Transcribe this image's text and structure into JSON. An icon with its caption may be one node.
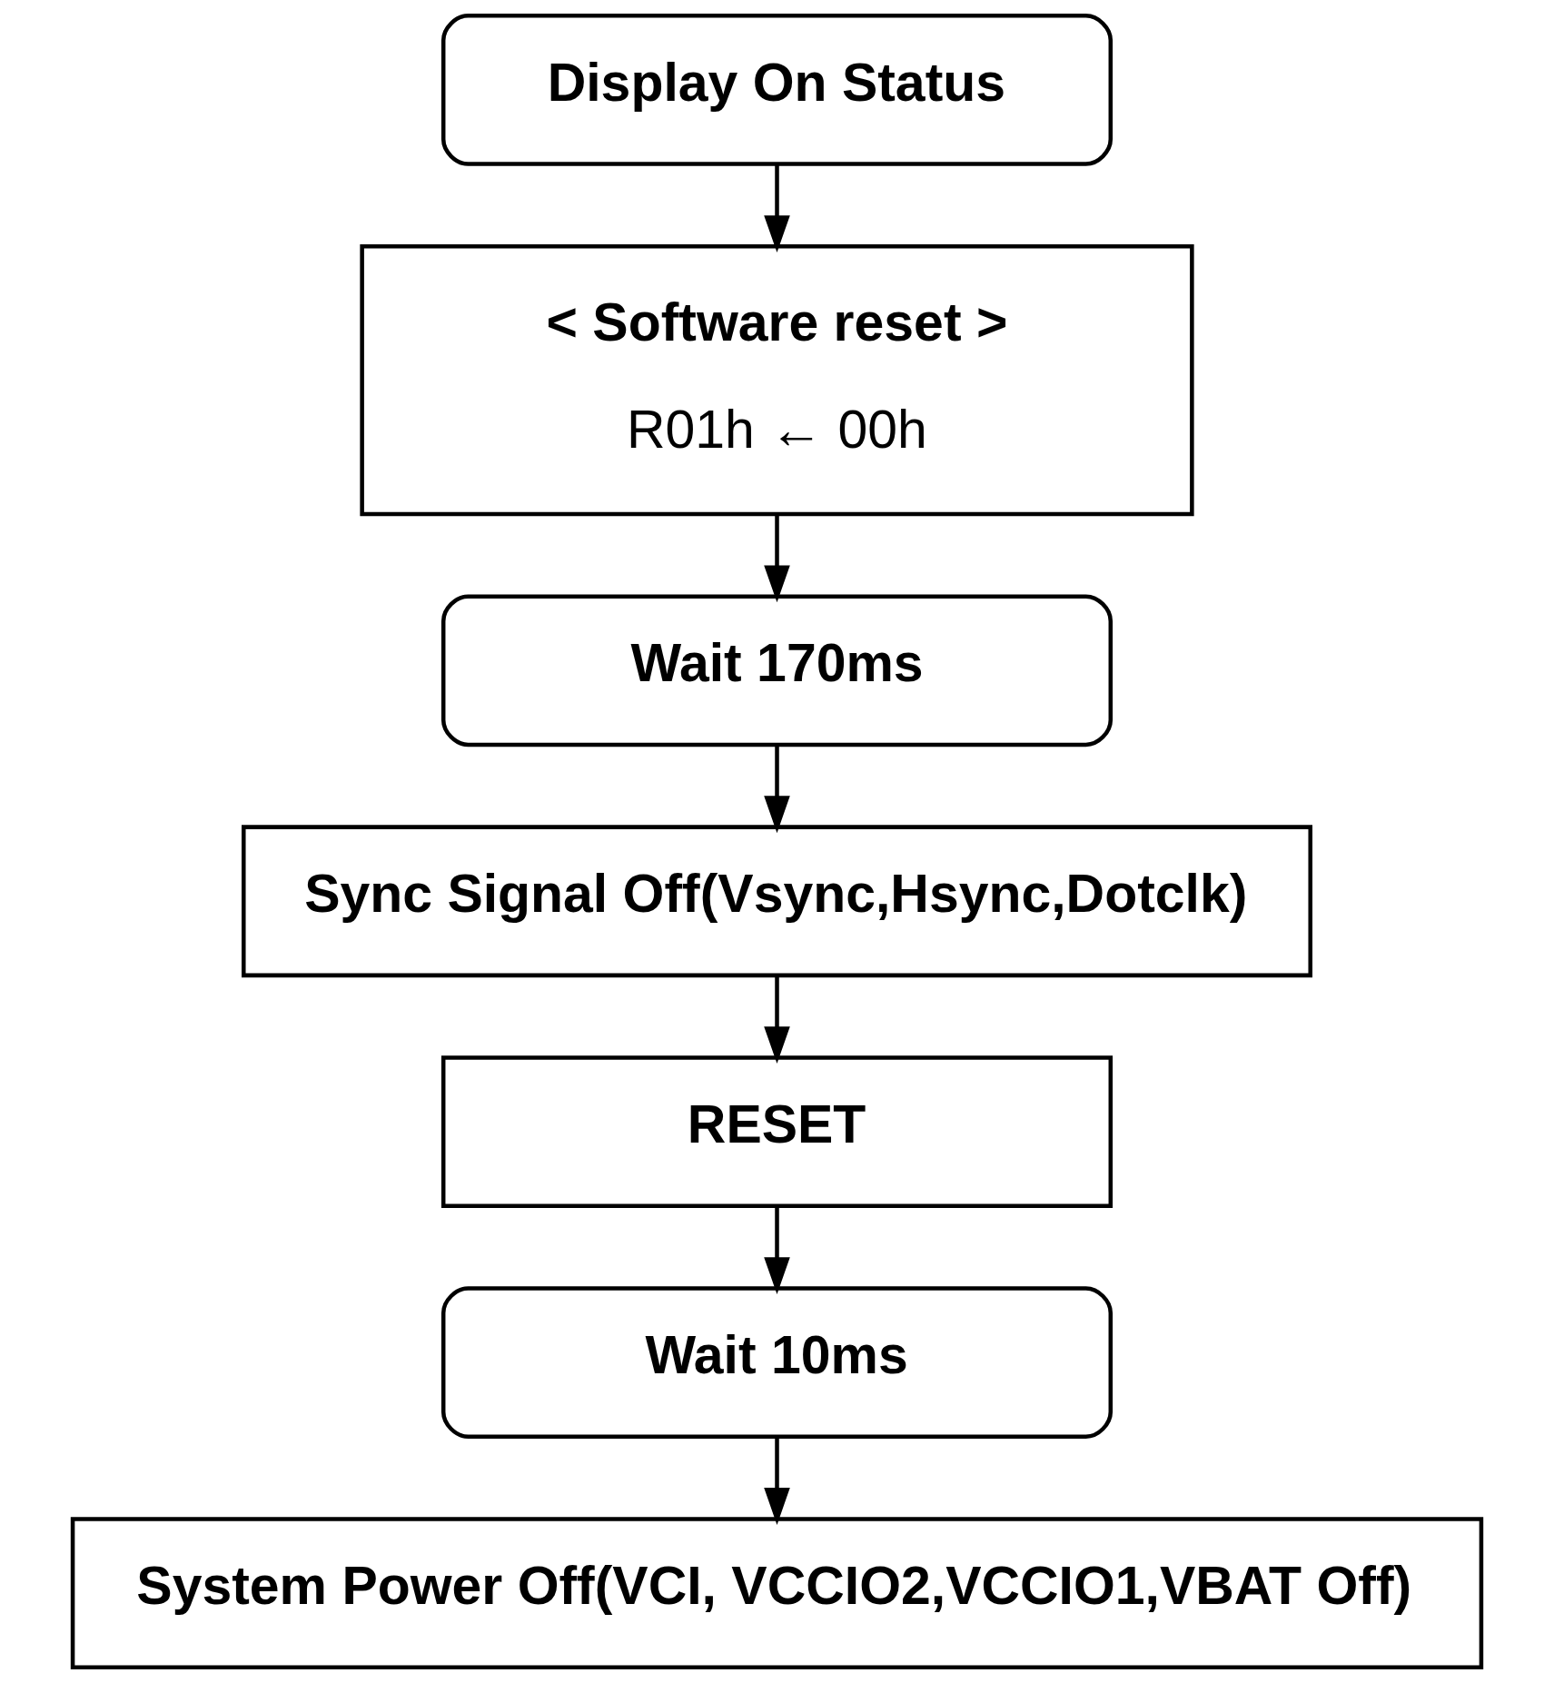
{
  "diagram": {
    "nodes": [
      {
        "text": [
          "Display On Status"
        ]
      },
      {
        "text": [
          "< Software reset >",
          "R01h ← 00h"
        ]
      },
      {
        "text": [
          "Wait 170ms"
        ]
      },
      {
        "text": [
          "Sync Signal Off(Vsync,Hsync,Dotclk)"
        ]
      },
      {
        "text": [
          "RESET"
        ]
      },
      {
        "text": [
          "Wait 10ms"
        ]
      },
      {
        "text": [
          "System Power Off(VCI, VCCIO2,VCCIO1,VBAT Off)"
        ]
      }
    ],
    "edges": [
      {
        "from": 0,
        "to": 1,
        "arrow": "to"
      },
      {
        "from": 1,
        "to": 2,
        "arrow": "to"
      },
      {
        "from": 2,
        "to": 3,
        "arrow": "to"
      },
      {
        "from": 3,
        "to": 4,
        "arrow": "to"
      },
      {
        "from": 4,
        "to": 5,
        "arrow": "to"
      },
      {
        "from": 5,
        "to": 6,
        "arrow": "to"
      }
    ]
  }
}
